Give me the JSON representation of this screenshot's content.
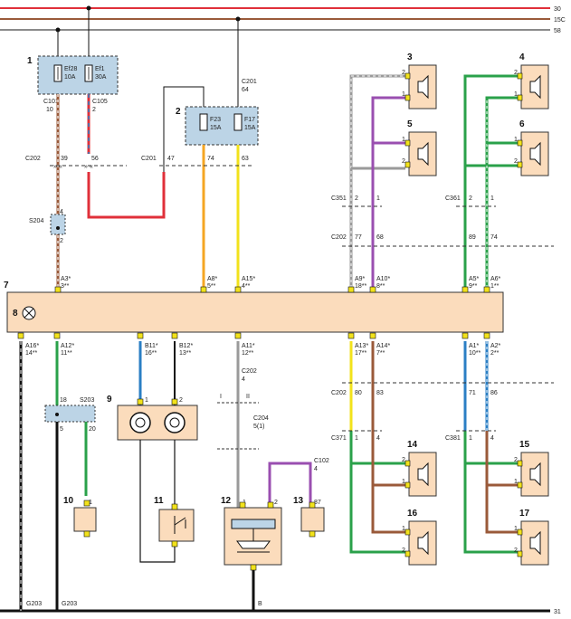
{
  "rails": {
    "r30": "30",
    "r15c": "15C",
    "r58": "58",
    "r31": "31"
  },
  "fuse_box_1": {
    "num": "1",
    "fuses": [
      {
        "name": "Ef28",
        "rating": "10A"
      },
      {
        "name": "Ef1",
        "rating": "30A"
      }
    ]
  },
  "fuse_box_2": {
    "num": "2",
    "fuses": [
      {
        "name": "F23",
        "rating": "15A"
      },
      {
        "name": "F17",
        "rating": "15A"
      }
    ]
  },
  "connector_labels": {
    "c101": "C101",
    "c101_pin": "10",
    "c105": "C105",
    "c105_pin": "2",
    "c201_top": "C201",
    "c201_top_pin": "64",
    "c202_left": "C202",
    "c202_left_pins": [
      "39",
      "56"
    ],
    "c201_mid": "C201",
    "c201_mid_pins": [
      "47",
      "74",
      "63"
    ],
    "s204": "S204",
    "s204_pins": [
      "4",
      "2"
    ],
    "c351": "C351",
    "c351_pins": [
      "2",
      "1"
    ],
    "c361": "C361",
    "c361_pins": [
      "2",
      "1"
    ],
    "c202_right": "C202",
    "c202_right_pins": [
      "77",
      "68",
      "89",
      "74"
    ],
    "c202_lower": "C202",
    "c202_lower_pins": [
      "80",
      "83",
      "71",
      "86"
    ],
    "c371": "C371",
    "c371_pins": [
      "1",
      "4"
    ],
    "c381": "C381",
    "c381_pins": [
      "1",
      "4"
    ],
    "c202_aux": "C202",
    "c202_aux_pin": "4",
    "c204": "C204",
    "c204_pin": "5(1)",
    "c102": "C102",
    "c102_pin": "4",
    "s203": "S203",
    "s203_pins": [
      "18",
      "5",
      "20"
    ],
    "g203a": "G203",
    "g203b": "G203",
    "b": "B",
    "roman_i": "I",
    "roman_ii": "II"
  },
  "module_7": {
    "num": "7",
    "lamp_num": "8",
    "top_pins": [
      {
        "a": "A3*",
        "b": "3**"
      },
      {
        "a": "A8*",
        "b": "5**"
      },
      {
        "a": "A15*",
        "b": "4**"
      },
      {
        "a": "A9*",
        "b": "18**"
      },
      {
        "a": "A10*",
        "b": "8**"
      },
      {
        "a": "A5*",
        "b": "9**"
      },
      {
        "a": "A6*",
        "b": "1**"
      }
    ],
    "bottom_pins": [
      {
        "a": "A16*",
        "b": "14**"
      },
      {
        "a": "A12*",
        "b": "11**"
      },
      {
        "a": "B11*",
        "b": "16**"
      },
      {
        "a": "B12*",
        "b": "13**"
      },
      {
        "a": "A11*",
        "b": "12**"
      },
      {
        "a": "A13*",
        "b": "17**"
      },
      {
        "a": "A14*",
        "b": "7**"
      },
      {
        "a": "A1*",
        "b": "10**"
      },
      {
        "a": "A2*",
        "b": "2**"
      }
    ]
  },
  "components": {
    "n9": "9",
    "n10": "10",
    "n11": "11",
    "n12": "12",
    "n13": "13",
    "n10_pin": "1",
    "n13_pin": "87",
    "n12_pins": [
      "1",
      "2"
    ],
    "n9_pins": [
      "1",
      "2"
    ]
  },
  "speakers": [
    {
      "num": "3",
      "pins": [
        "2",
        "1"
      ]
    },
    {
      "num": "4",
      "pins": [
        "2",
        "1"
      ]
    },
    {
      "num": "5",
      "pins": [
        "1",
        "2"
      ]
    },
    {
      "num": "6",
      "pins": [
        "1",
        "2"
      ]
    },
    {
      "num": "14",
      "pins": [
        "2",
        "1"
      ]
    },
    {
      "num": "15",
      "pins": [
        "2",
        "1"
      ]
    },
    {
      "num": "16",
      "pins": [
        "1",
        "2"
      ]
    },
    {
      "num": "17",
      "pins": [
        "1",
        "2"
      ]
    }
  ],
  "colors": {
    "red": "#e0303a",
    "brown": "#9a5a3a",
    "orange": "#f5a623",
    "yellow": "#f2e21b",
    "grey": "#9a9a9a",
    "purple": "#9a4fb0",
    "green": "#2aa14a",
    "blue": "#2b7fc4",
    "black": "#111111",
    "box_fill": "#fbdcbc",
    "fuse_fill": "#bcd4e6"
  }
}
